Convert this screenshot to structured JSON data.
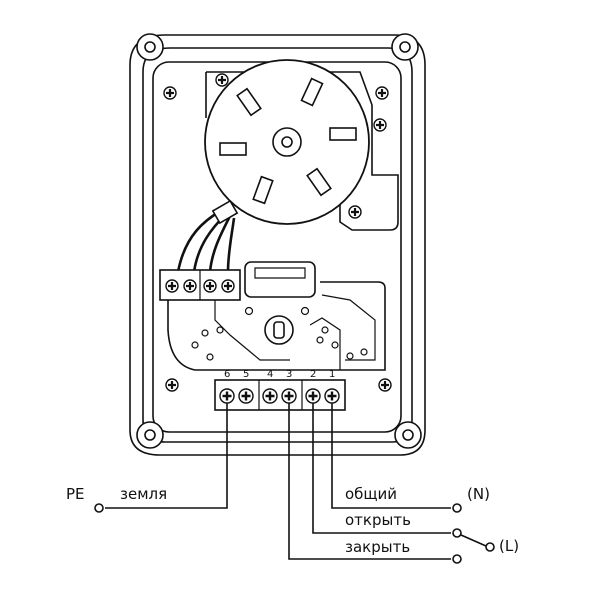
{
  "terminals": [
    "6",
    "5",
    "4",
    "3",
    "2",
    "1"
  ],
  "labels": {
    "pe": "PE",
    "ground": "земля",
    "common": "общий",
    "open": "открыть",
    "close": "закрыть",
    "neutral": "(N)",
    "line": "(L)"
  }
}
